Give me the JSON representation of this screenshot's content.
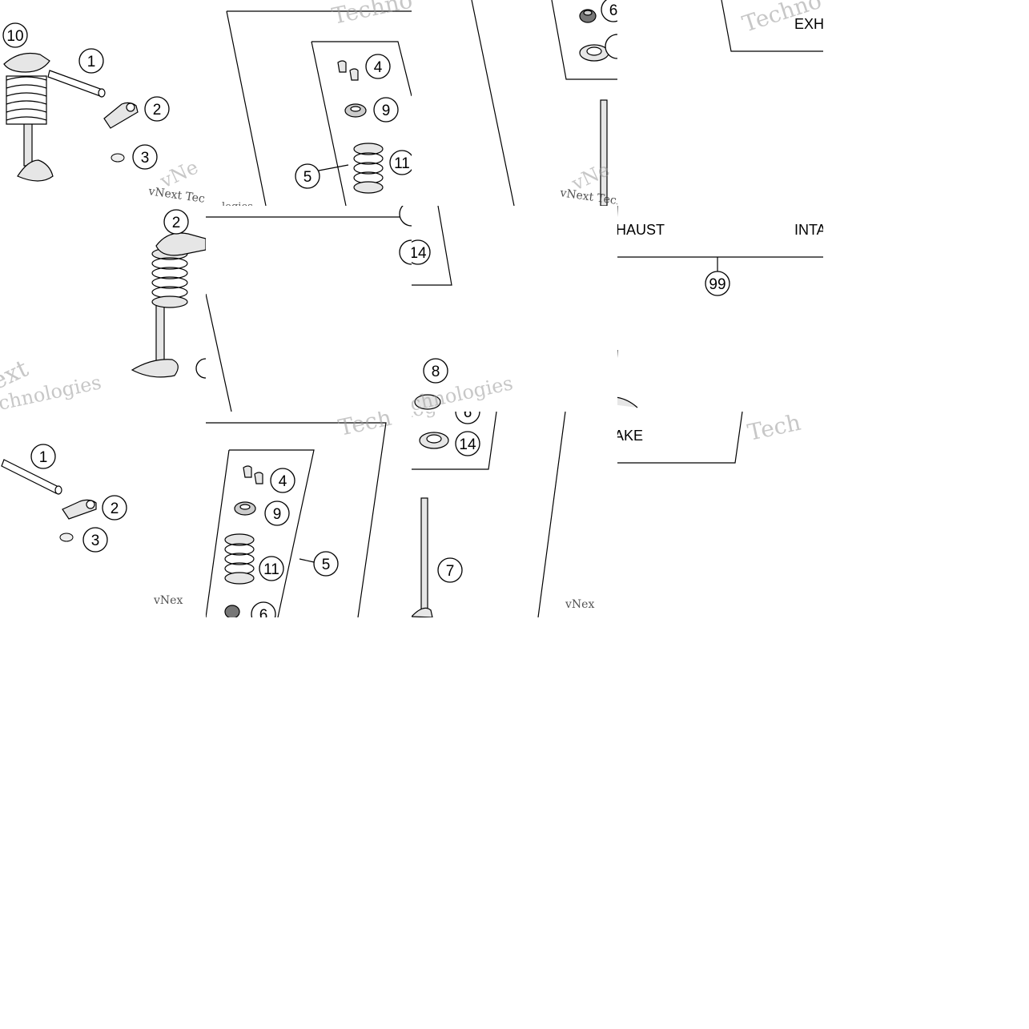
{
  "callouts": {
    "c1": "1",
    "c2": "2",
    "c3": "3",
    "c4": "4",
    "c5": "5",
    "c6": "6",
    "c7": "7",
    "c8": "8",
    "c9": "9",
    "c10": "10",
    "c11": "11",
    "c14": "14",
    "c99": "99"
  },
  "labels": {
    "exhaust_a": "EXH",
    "exhaust_b": "HAUST",
    "intake_a": "INTA",
    "intake_b": "AKE"
  },
  "watermark": {
    "brand_a": "vNext Tec",
    "brand_b": "Techno",
    "brand_c": "chnologies",
    "brand_d": "vNext Techn",
    "brand_e": "Tech",
    "brand_f": "vNex",
    "brand_g": "logies",
    "brand_h": "ext",
    "brand_i": "vNe"
  },
  "colors": {
    "line": "#000000",
    "part_fill": "#e6e6e6",
    "watermark": "#9a9a9a"
  }
}
